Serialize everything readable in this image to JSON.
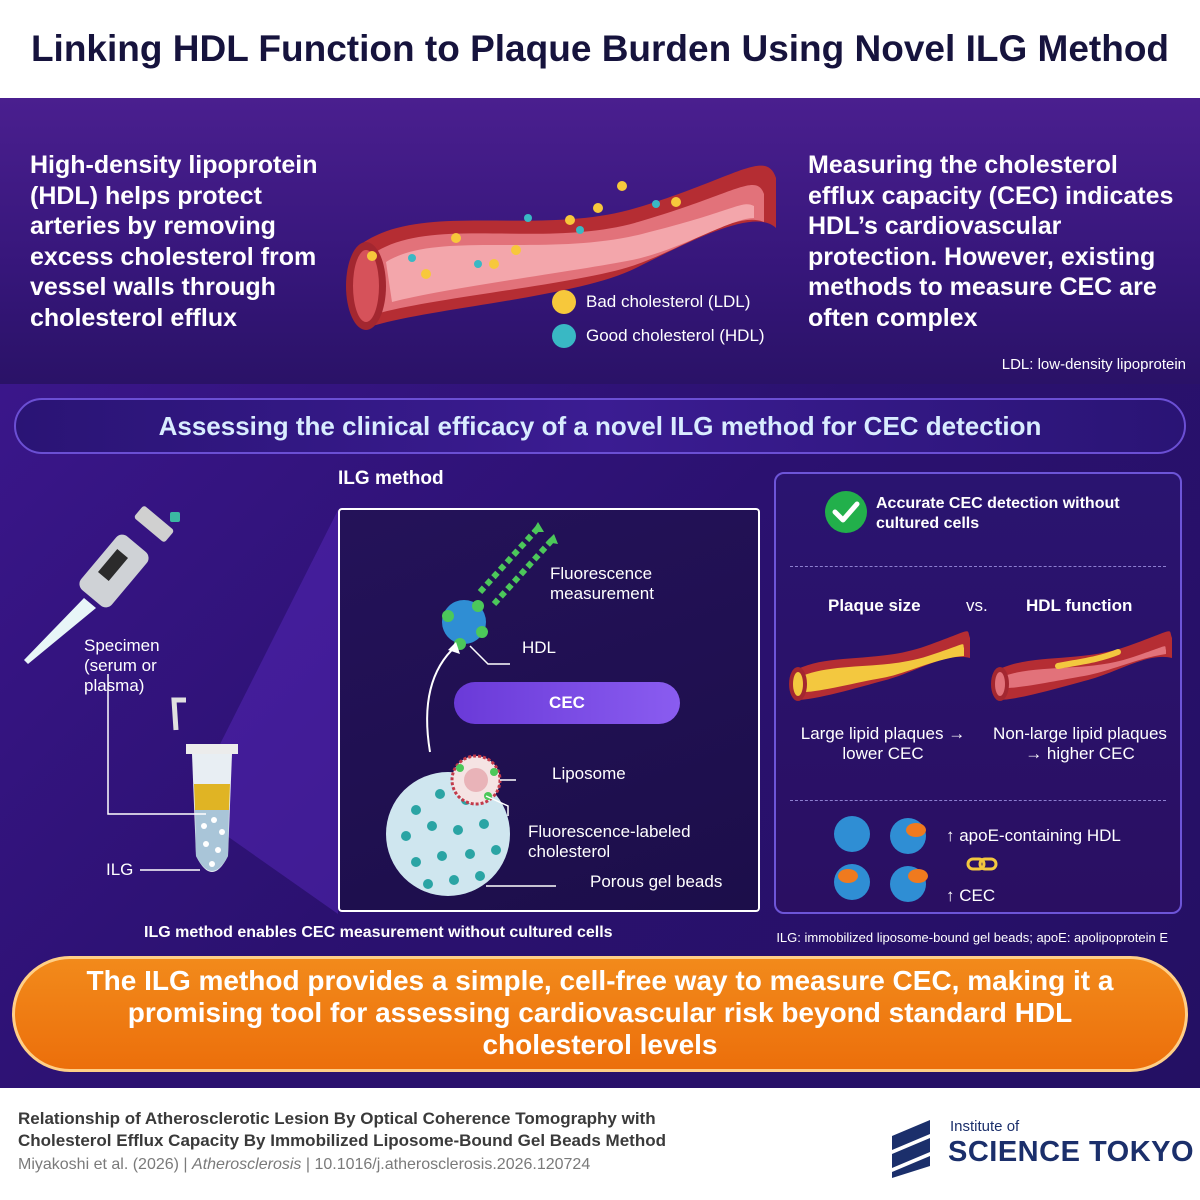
{
  "title": "Linking HDL Function to Plaque Burden Using Novel ILG Method",
  "top": {
    "left_text": "High-density lipoprotein (HDL) helps protect arteries by removing excess cholesterol from vessel walls through cholesterol efflux",
    "right_text": "Measuring the cholesterol efflux capacity (CEC) indicates HDL’s cardiovascular protection. However, existing methods to measure CEC are often complex",
    "legend": [
      {
        "label": "Bad cholesterol (LDL)",
        "color": "#f7c83b"
      },
      {
        "label": "Good cholesterol (HDL)",
        "color": "#39b8c4"
      }
    ],
    "ldl_note": "LDL: low-density lipoprotein"
  },
  "banner": "Assessing the clinical efficacy of a novel ILG method for CEC detection",
  "ilg": {
    "section_label": "ILG method",
    "specimen": "Specimen (serum or plasma)",
    "ilg_tag": "ILG",
    "fluorescence": "Fluorescence measurement",
    "hdl": "HDL",
    "cec": "CEC",
    "liposome": "Liposome",
    "labeled_cholesterol": "Fluorescence-labeled cholesterol",
    "gel_beads": "Porous gel beads",
    "caption": "ILG method enables CEC measurement without cultured cells"
  },
  "results": {
    "check_text": "Accurate CEC detection without cultured cells",
    "plaque_size": "Plaque size",
    "vs": "vs.",
    "hdl_function": "HDL function",
    "large_plaques": "Large lipid plaques → lower CEC",
    "non_large_plaques": "Non-large lipid plaques → higher CEC",
    "apoe_hdl": "↑ apoE-containing HDL",
    "cec_up": "↑ CEC",
    "abbreviations": "ILG: immobilized liposome-bound gel beads; apoE: apolipoprotein E"
  },
  "conclusion": "The ILG method provides a simple, cell-free way to measure CEC, making it a promising tool for assessing cardiovascular risk beyond standard HDL cholesterol levels",
  "footer": {
    "paper_title": "Relationship of Atherosclerotic Lesion By Optical Coherence Tomography with Cholesterol Efflux Capacity By Immobilized Liposome-Bound Gel Beads Method",
    "authors": "Miyakoshi et al. (2026)",
    "journal": "Atherosclerosis",
    "doi": "10.1016/j.atherosclerosis.2026.120724",
    "institute_small": "Institute of",
    "institute_big": "SCIENCE TOKYO"
  },
  "colors": {
    "ldl": "#f7c83b",
    "hdl": "#39b8c4",
    "vessel": "#c93a3a",
    "accent_orange": "#ec6f0b",
    "panel_purple": "#36167a",
    "check_green": "#22b04b"
  },
  "icons": [
    "pipette-icon",
    "tube-icon",
    "check-icon",
    "link-icon",
    "logo-icon"
  ]
}
